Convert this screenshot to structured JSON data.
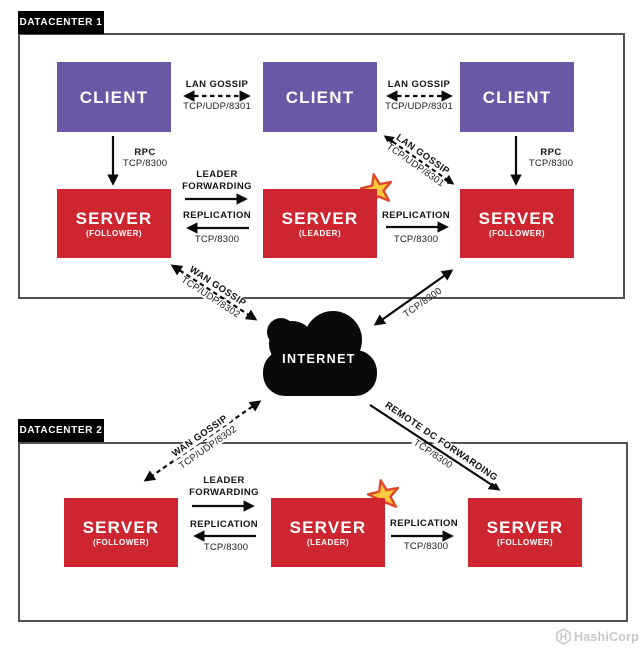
{
  "colors": {
    "client_purple": "#6a57a6",
    "server_red": "#cd2630",
    "arrow_black": "#0b0b0b",
    "dc_border_gray": "#515254",
    "star_fill": "#fcc83c",
    "star_stroke": "#e0472a",
    "logo_gray": "#c7c7c7"
  },
  "dc1": {
    "label": "DATACENTER 1",
    "clients": [
      {
        "title": "CLIENT"
      },
      {
        "title": "CLIENT"
      },
      {
        "title": "CLIENT"
      }
    ],
    "servers": [
      {
        "title": "SERVER",
        "role": "(FOLLOWER)"
      },
      {
        "title": "SERVER",
        "role": "(LEADER)"
      },
      {
        "title": "SERVER",
        "role": "(FOLLOWER)"
      }
    ]
  },
  "dc2": {
    "label": "DATACENTER 2",
    "servers": [
      {
        "title": "SERVER",
        "role": "(FOLLOWER)"
      },
      {
        "title": "SERVER",
        "role": "(LEADER)"
      },
      {
        "title": "SERVER",
        "role": "(FOLLOWER)"
      }
    ]
  },
  "edges": {
    "lan_gossip_1": {
      "label": "LAN GOSSIP",
      "port": "TCP/UDP/8301"
    },
    "lan_gossip_2": {
      "label": "LAN GOSSIP",
      "port": "TCP/UDP/8301"
    },
    "lan_gossip_diag": {
      "label": "LAN GOSSIP",
      "port": "TCP/UDP/8301"
    },
    "rpc_left": {
      "label": "RPC",
      "port": "TCP/8300"
    },
    "rpc_right": {
      "label": "RPC",
      "port": "TCP/8300"
    },
    "leader_forwarding_dc1": {
      "line1": "LEADER",
      "line2": "FORWARDING"
    },
    "replication_left_dc1": {
      "label": "REPLICATION",
      "port": "TCP/8300"
    },
    "replication_right_dc1": {
      "label": "REPLICATION",
      "port": "TCP/8300"
    },
    "wan_gossip_upper": {
      "label": "WAN GOSSIP",
      "port": "TCP/UDP/8302"
    },
    "internet_tcp": {
      "port": "TCP/8300"
    },
    "wan_gossip_lower": {
      "label": "WAN GOSSIP",
      "port": "TCP/UDP/8302"
    },
    "remote_dc_forwarding": {
      "label": "REMOTE DC FORWARDING",
      "port": "TCP/8300"
    },
    "leader_forwarding_dc2": {
      "line1": "LEADER",
      "line2": "FORWARDING"
    },
    "replication_left_dc2": {
      "label": "REPLICATION",
      "port": "TCP/8300"
    },
    "replication_right_dc2": {
      "label": "REPLICATION",
      "port": "TCP/8300"
    }
  },
  "internet": {
    "label": "INTERNET"
  },
  "branding": {
    "name": "HashiCorp"
  }
}
